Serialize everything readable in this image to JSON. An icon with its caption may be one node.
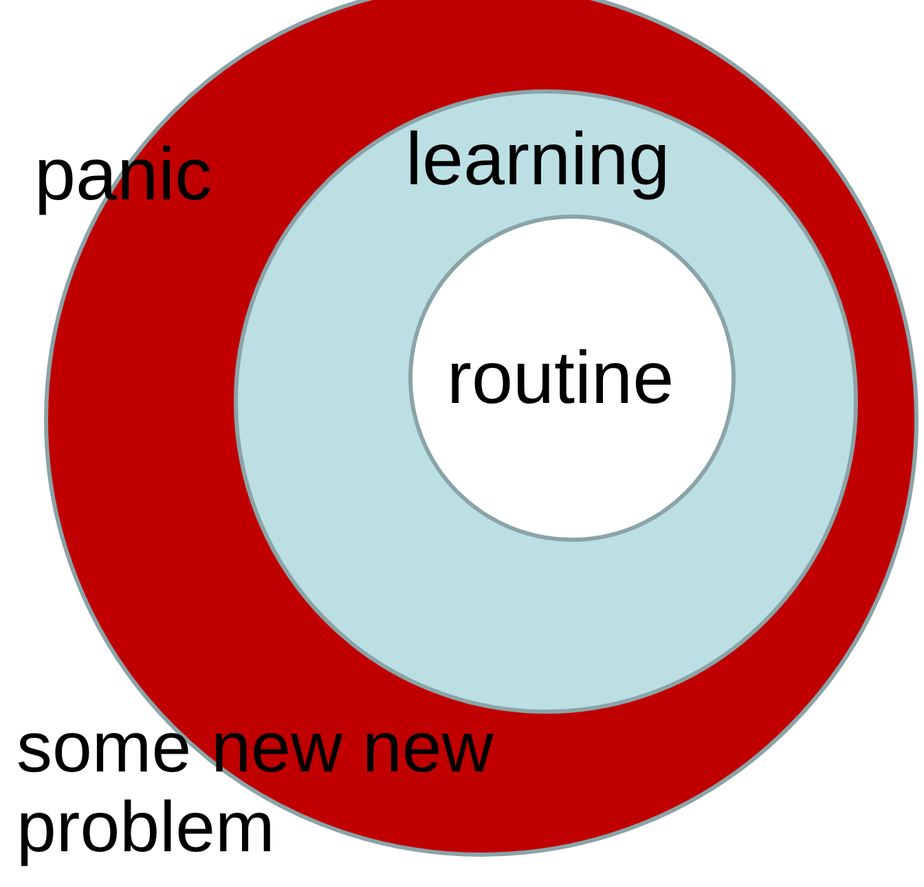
{
  "diagram": {
    "nodes": [
      {
        "text": [
          "panic"
        ]
      },
      {
        "text": [
          "learning"
        ],
        "in": 0
      },
      {
        "text": [
          "routine"
        ],
        "in": 1
      }
    ],
    "labels": [
      "some new new problem"
    ]
  }
}
